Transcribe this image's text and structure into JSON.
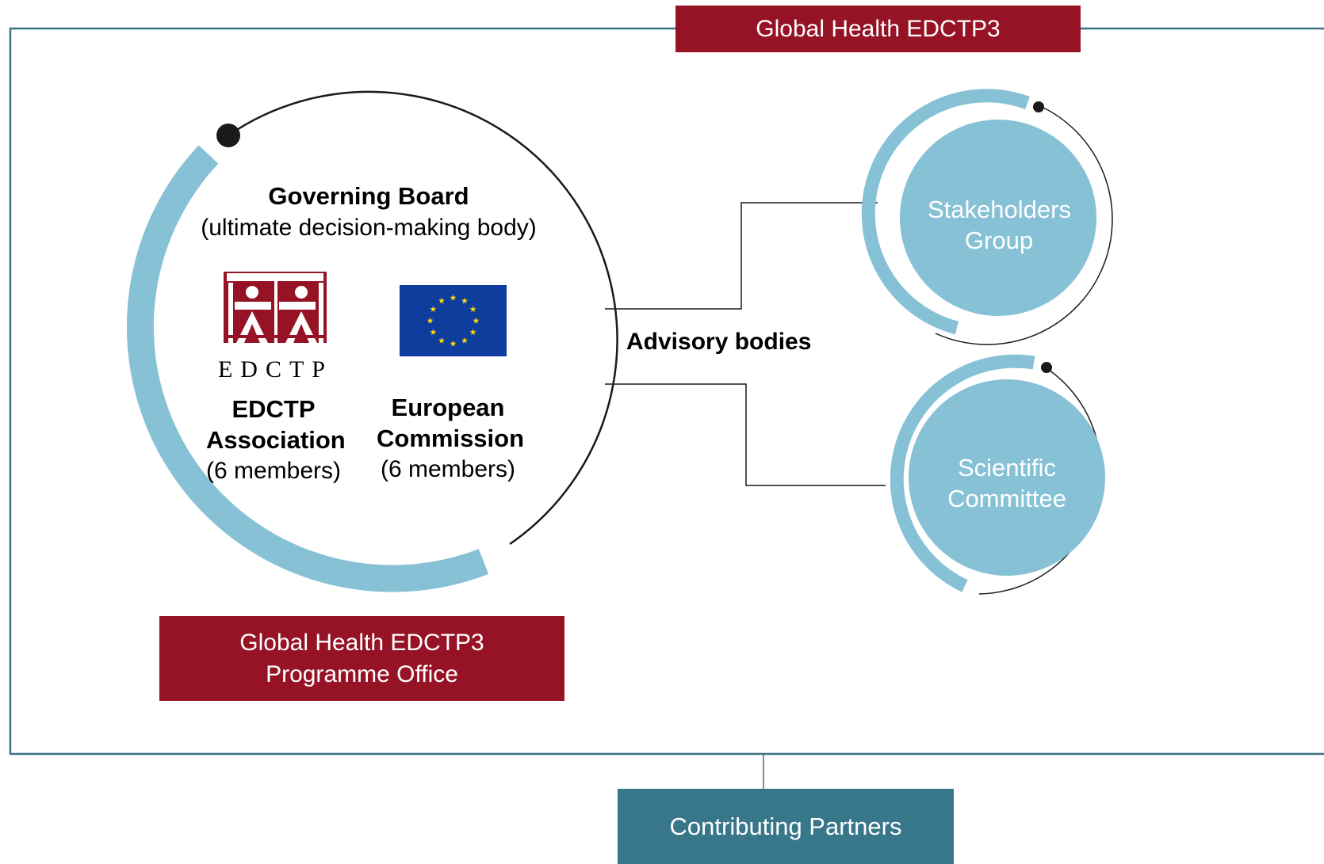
{
  "colors": {
    "frame": "#3d7384",
    "dark_red": "#961326",
    "light_blue": "#87c1d6",
    "teal_box": "#387689",
    "eu_blue": "#0f3d9e",
    "eu_star": "#ffdd00",
    "black": "#1a1a1a"
  },
  "top_banner": {
    "label": "Global Health EDCTP3"
  },
  "governing_board": {
    "title": "Governing Board",
    "subtitle": "(ultimate decision-making body)"
  },
  "edctp_logo": {
    "wordmark": "EDCTP"
  },
  "edctp_association": {
    "name": "EDCTP Association",
    "members": "(6 members)"
  },
  "european_commission": {
    "name": "European Commission",
    "members": "(6 members)"
  },
  "advisory_bodies": {
    "label": "Advisory bodies",
    "items": [
      {
        "label": "Stakeholders Group"
      },
      {
        "label": "Scientific Committee"
      }
    ]
  },
  "programme_office": {
    "line1": "Global Health EDCTP3",
    "line2": "Programme Office"
  },
  "contributing_partners": {
    "label": "Contributing Partners"
  },
  "icons": {
    "edctp": "edctp-logo-icon",
    "eu": "eu-flag-icon"
  }
}
